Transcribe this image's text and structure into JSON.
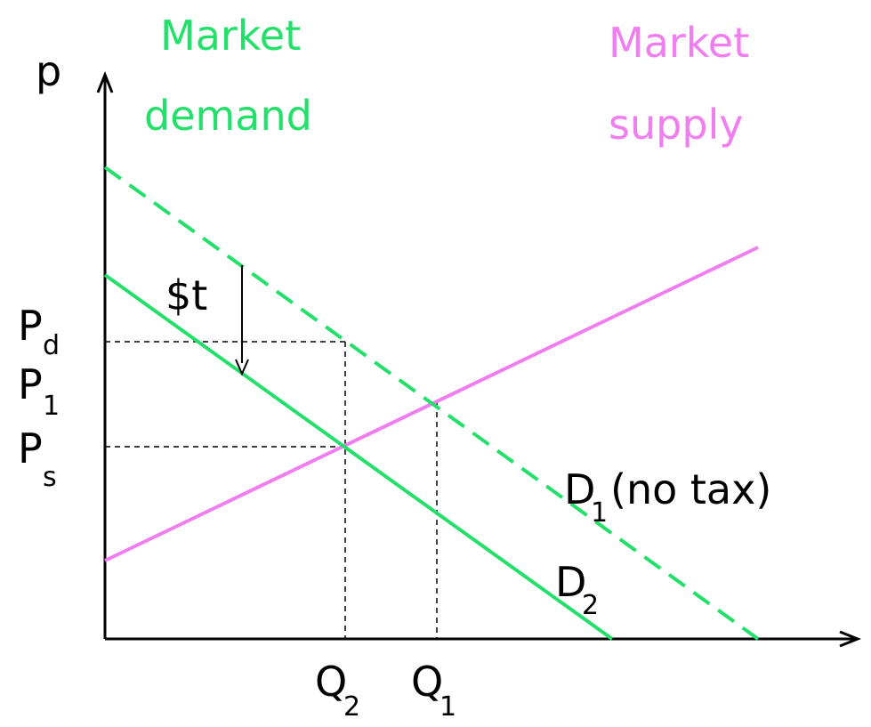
{
  "colors": {
    "demand": "#22e06a",
    "supply": "#f07ef0",
    "axis": "#000000",
    "guide": "#000000"
  },
  "labels": {
    "p_axis": "p",
    "market_demand_line1": "Market",
    "market_demand_line2": "demand",
    "market_supply_line1": "Market",
    "market_supply_line2": "supply",
    "tax": "$t",
    "pd_main": "P",
    "pd_sub": "d",
    "p1_main": "P",
    "p1_sub": "1",
    "ps_main": "P",
    "ps_sub": "s",
    "d1_main": "D",
    "d1_sub": "1",
    "d1_suffix": "(no tax)",
    "d2_main": "D",
    "d2_sub": "2",
    "q2_main": "Q",
    "q2_sub": "2",
    "q1_main": "Q",
    "q1_sub": "1"
  }
}
